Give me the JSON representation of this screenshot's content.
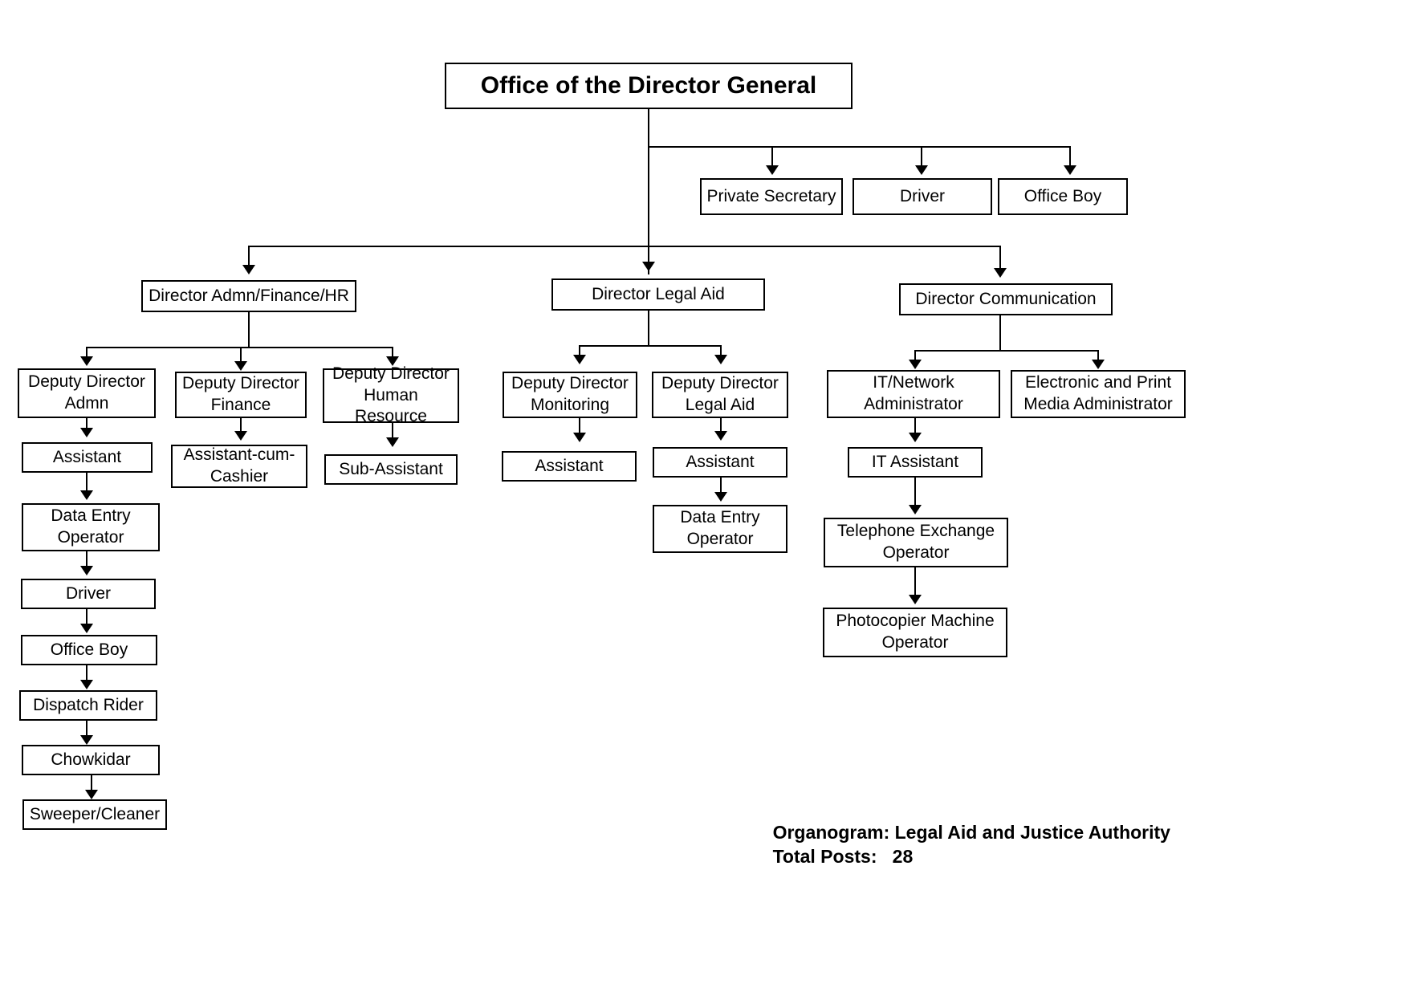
{
  "chart_data": {
    "type": "diagram",
    "title": "Organogram: Legal Aid and Justice Authority",
    "subtitle": "Total Posts:   28"
  },
  "root": {
    "label": "Office of the Director General"
  },
  "support_staff": {
    "private_secretary": "Private Secretary",
    "driver": "Driver",
    "office_boy": "Office Boy"
  },
  "directors": {
    "admin": "Director Admn/Finance/HR",
    "legal_aid": "Director Legal Aid",
    "communication": "Director Communication"
  },
  "admin_branch": {
    "dd_admn": "Deputy Director\nAdmn",
    "dd_admn_line1": "Deputy Director",
    "dd_admn_line2": "Admn",
    "dd_finance_line1": "Deputy Director",
    "dd_finance_line2": "Finance",
    "dd_hr_line1": "Deputy Director",
    "dd_hr_line2": "Human Resource",
    "assistant": "Assistant",
    "assistant_cum_cashier_line1": "Assistant-cum-",
    "assistant_cum_cashier_line2": "Cashier",
    "sub_assistant": "Sub-Assistant",
    "data_entry_line1": "Data Entry",
    "data_entry_line2": "Operator",
    "driver": "Driver",
    "office_boy": "Office Boy",
    "dispatch_rider": "Dispatch Rider",
    "chowkidar": "Chowkidar",
    "sweeper_cleaner": "Sweeper/Cleaner"
  },
  "legal_branch": {
    "dd_monitoring_line1": "Deputy Director",
    "dd_monitoring_line2": "Monitoring",
    "dd_legal_aid_line1": "Deputy Director",
    "dd_legal_aid_line2": "Legal Aid",
    "assistant_monitoring": "Assistant",
    "assistant_legal": "Assistant",
    "data_entry_line1": "Data Entry",
    "data_entry_line2": "Operator"
  },
  "comm_branch": {
    "it_network_line1": "IT/Network",
    "it_network_line2": "Administrator",
    "media_line1": "Electronic and Print",
    "media_line2": "Media Administrator",
    "it_assistant": "IT Assistant",
    "telephone_line1": "Telephone Exchange",
    "telephone_line2": "Operator",
    "photocopier_line1": "Photocopier Machine",
    "photocopier_line2": "Operator"
  },
  "footer": {
    "organogram_label": "Organogram: Legal Aid and Justice Authority",
    "total_posts_label": "Total Posts:   28"
  }
}
